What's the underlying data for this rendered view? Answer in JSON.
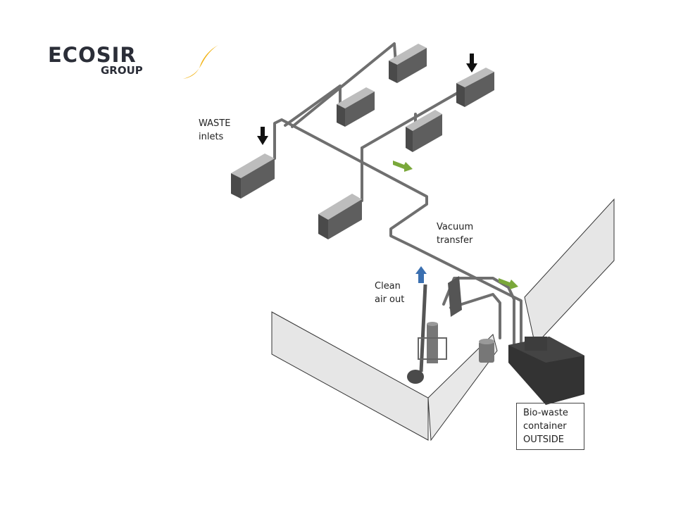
{
  "logo": {
    "main": "ECOSIR",
    "sub": "GROUP",
    "colors": {
      "text": "#2b2e38",
      "swoosh": "#f2b315"
    }
  },
  "labels": {
    "waste_inlets": "WASTE\ninlets",
    "vacuum_transfer": "Vacuum\ntransfer",
    "clean_air_out": "Clean\nair out",
    "bio_waste_container": "Bio-waste\ncontainer\nOUTSIDE"
  },
  "arrows": {
    "waste_in": {
      "color": "#111111",
      "direction": "down"
    },
    "vacuum_flow": {
      "color": "#7aa83a",
      "direction": "right-down"
    },
    "clean_air": {
      "color": "#3a6fb0",
      "direction": "up"
    }
  },
  "components": {
    "inlet_count": 6,
    "pipe_color": "#6f6f6f",
    "unit_color": "#4a4a4a",
    "container_color": "#333333",
    "wall_color": "#e6e6e6"
  }
}
